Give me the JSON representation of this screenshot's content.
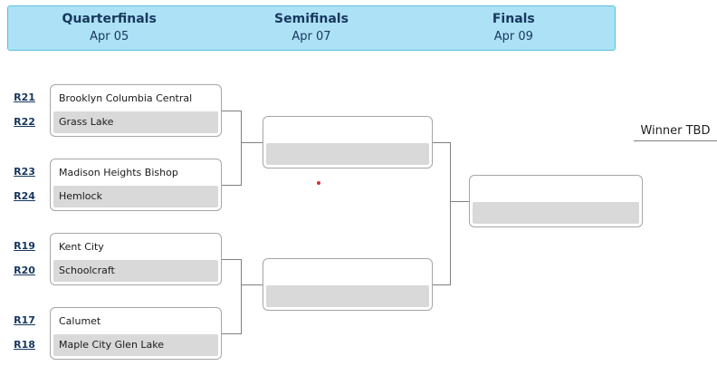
{
  "header": {
    "rounds": [
      {
        "label": "Quarterfinals",
        "date": "Apr 05"
      },
      {
        "label": "Semifinals",
        "date": "Apr 07"
      },
      {
        "label": "Finals",
        "date": "Apr 09"
      }
    ]
  },
  "bracket": {
    "quarterfinals": [
      {
        "top_seed": "R21",
        "top_team": "Brooklyn Columbia Central",
        "bottom_seed": "R22",
        "bottom_team": "Grass Lake"
      },
      {
        "top_seed": "R23",
        "top_team": "Madison Heights Bishop",
        "bottom_seed": "R24",
        "bottom_team": "Hemlock"
      },
      {
        "top_seed": "R19",
        "top_team": "Kent City",
        "bottom_seed": "R20",
        "bottom_team": "Schoolcraft"
      },
      {
        "top_seed": "R17",
        "top_team": "Calumet",
        "bottom_seed": "R18",
        "bottom_team": "Maple City Glen Lake"
      }
    ],
    "semifinals": [
      {
        "top_team": "",
        "bottom_team": ""
      },
      {
        "top_team": "",
        "bottom_team": ""
      }
    ],
    "final": {
      "top_team": "",
      "bottom_team": ""
    },
    "winner_text": "Winner TBD"
  },
  "colors": {
    "header_bg": "#ADE1F5",
    "header_border": "#5FBFE0",
    "header_text": "#17375E",
    "seed_link": "#17375E",
    "bracket_line": "#7F7F7F",
    "cell_fill": "#D9D9D9",
    "marker": "#D32F2F"
  }
}
